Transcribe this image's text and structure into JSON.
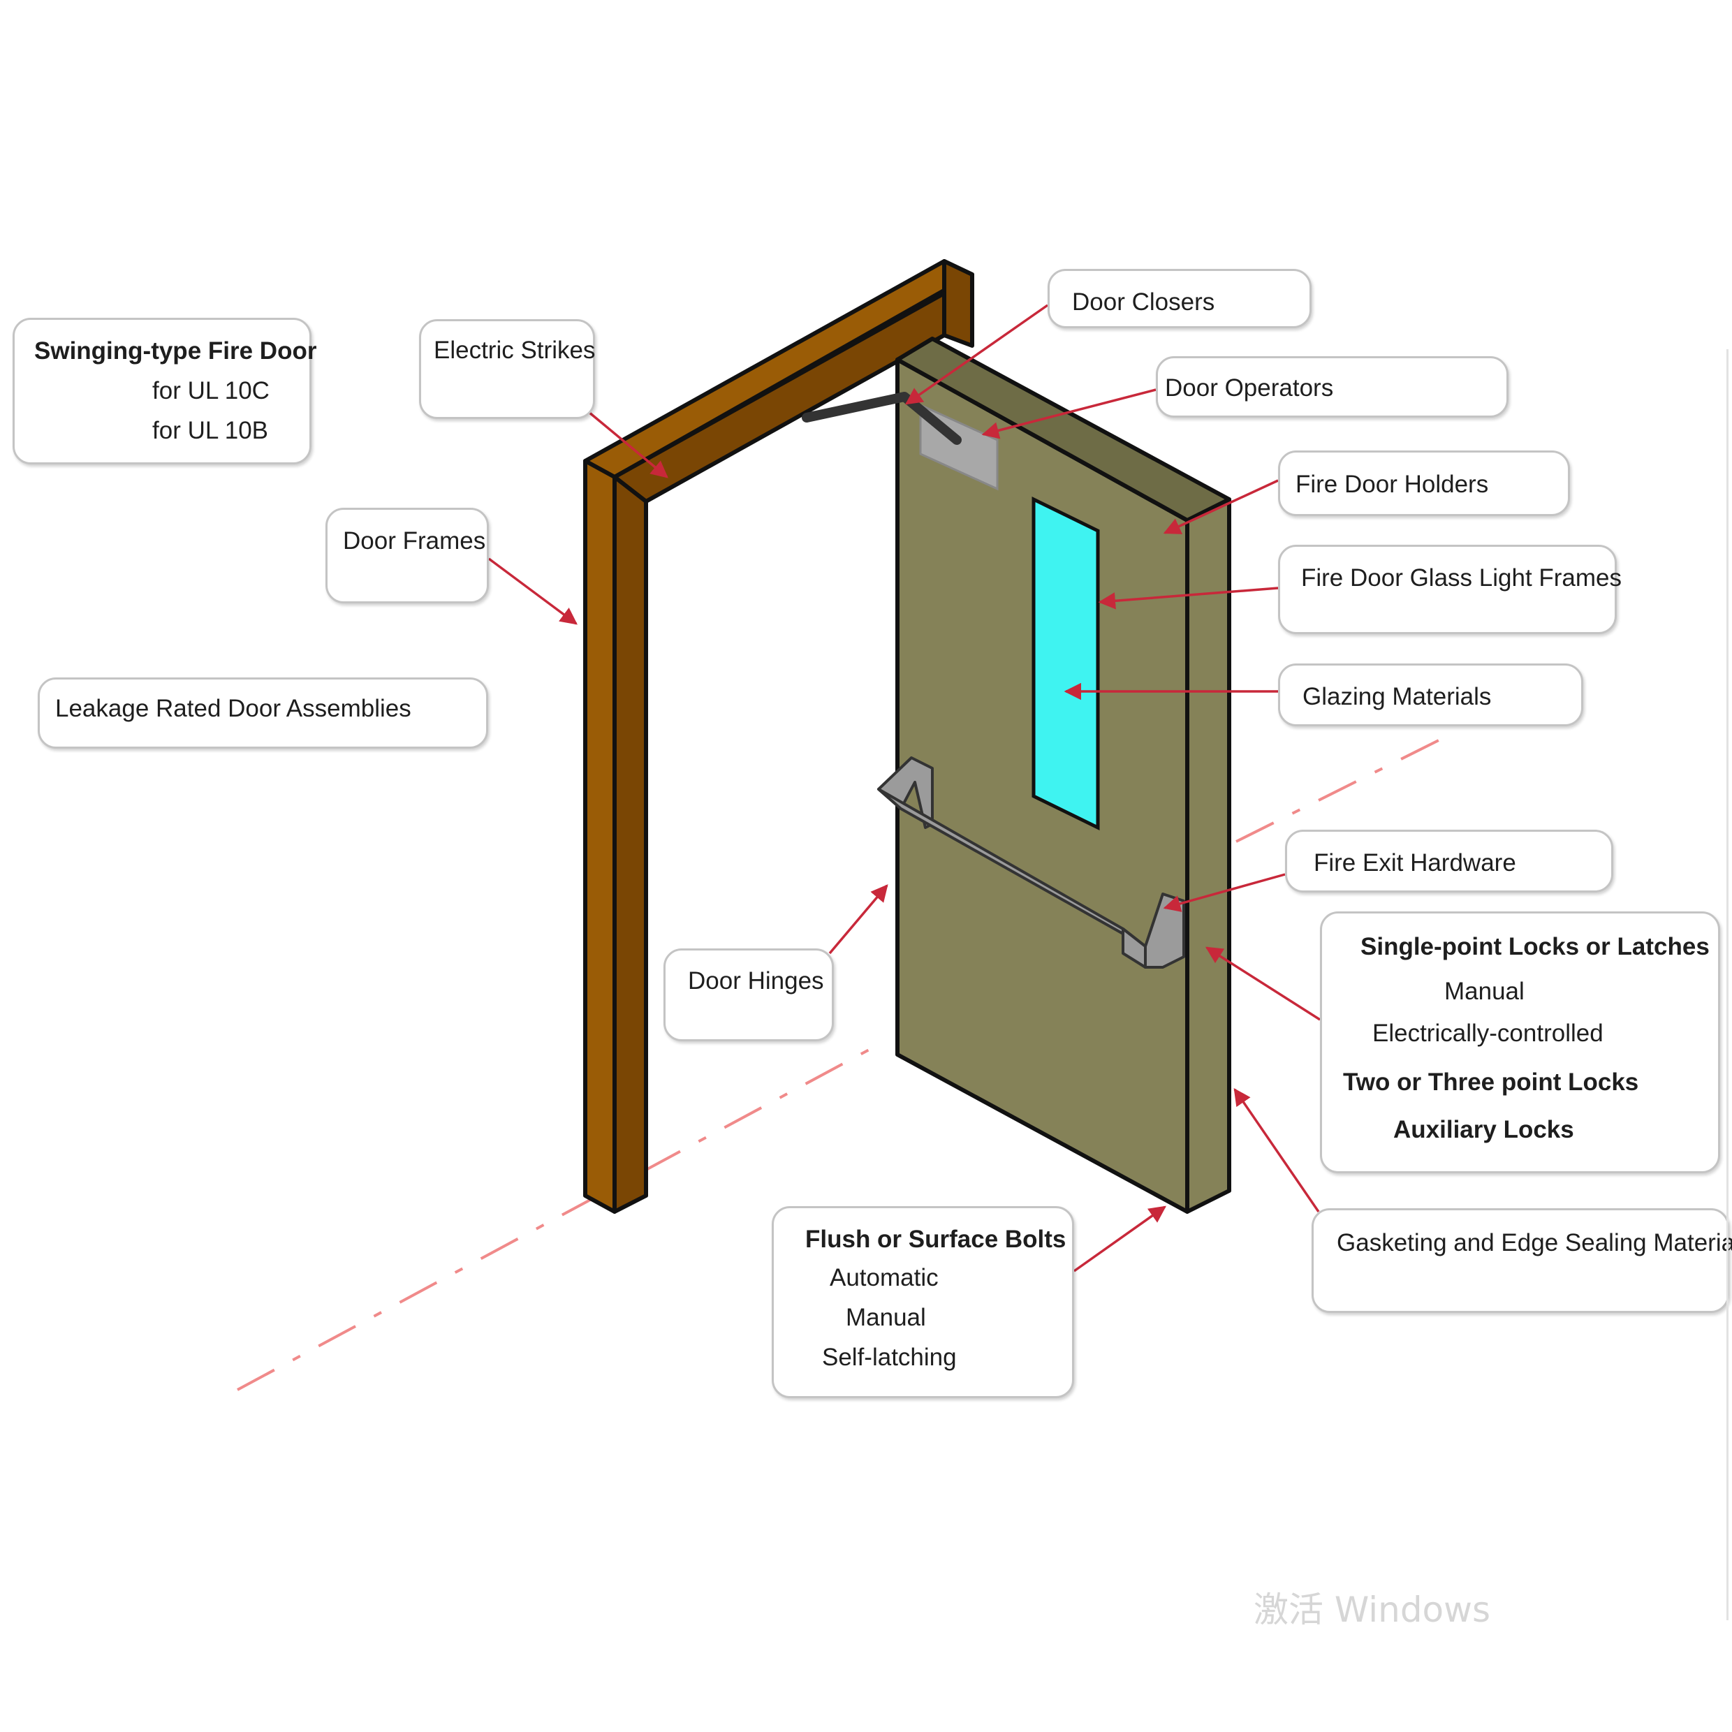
{
  "callouts": {
    "swinging": {
      "title": "Swinging-type Fire Door",
      "line1": "for UL 10C",
      "line2": "for UL 10B"
    },
    "electric_strikes": "Electric Strikes",
    "door_frames": "Door Frames",
    "leakage": "Leakage Rated Door Assemblies",
    "door_closers": "Door Closers",
    "door_operators": "Door Operators",
    "fire_door_holders": "Fire Door Holders",
    "glass_light_frames": "Fire Door Glass Light Frames",
    "glazing": "Glazing Materials",
    "fire_exit": "Fire Exit Hardware",
    "locks": {
      "title": "Single-point Locks or Latches",
      "manual": "Manual",
      "electric": "Electrically-controlled",
      "multi": "Two or Three point Locks",
      "aux": "Auxiliary Locks"
    },
    "door_hinges": "Door Hinges",
    "bolts": {
      "title": "Flush or Surface Bolts",
      "auto": "Automatic",
      "manual": "Manual",
      "self": "Self-latching"
    },
    "gasketing": "Gasketing and Edge Sealing Materials"
  },
  "watermark": "激活 Windows",
  "colors": {
    "frame_face": "#9a5c06",
    "frame_side": "#7a4604",
    "door_face": "#858258",
    "door_edge": "#6e6c46",
    "glass": "#3ff3f1",
    "hardware": "#9b9b9b",
    "arrow": "#c8283a",
    "floor_dash": "#f08a8a",
    "outline": "#111111"
  }
}
